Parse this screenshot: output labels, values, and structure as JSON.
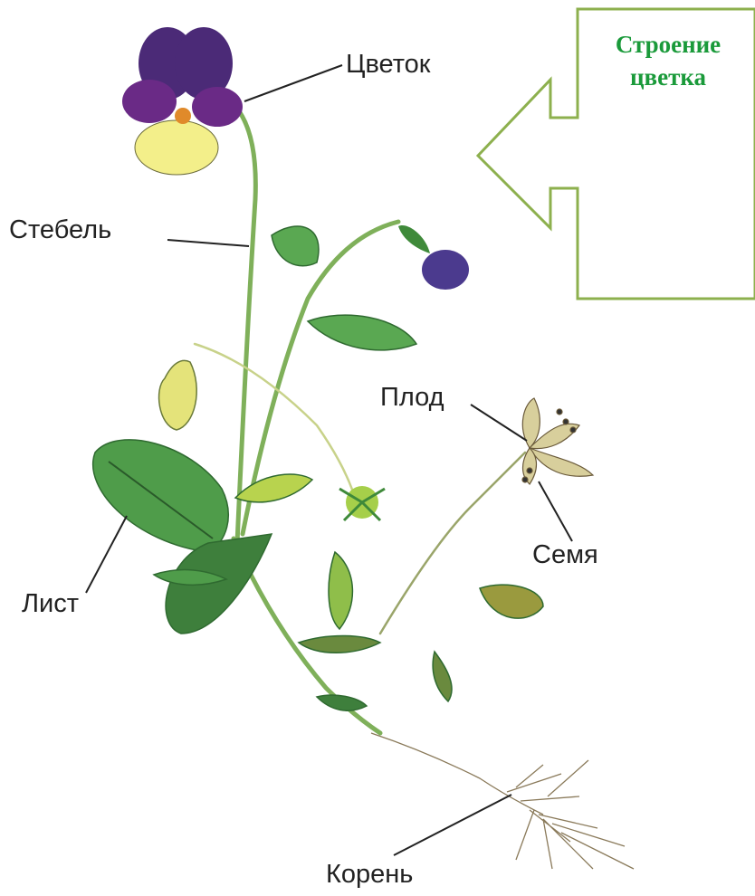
{
  "callout": {
    "line1": "Строение",
    "line2": "цветка"
  },
  "labels": {
    "flower": "Цветок",
    "stem": "Стебель",
    "fruit": "Плод",
    "seed": "Семя",
    "leaf": "Лист",
    "root": "Корень"
  },
  "colors": {
    "callout_border": "#8db04e",
    "callout_text": "#1a9a3a",
    "petal_dark": "#4b2a77",
    "petal_yellow": "#f3ef8a",
    "leaf": "#4f9c4a",
    "stem": "#7fb05a"
  }
}
